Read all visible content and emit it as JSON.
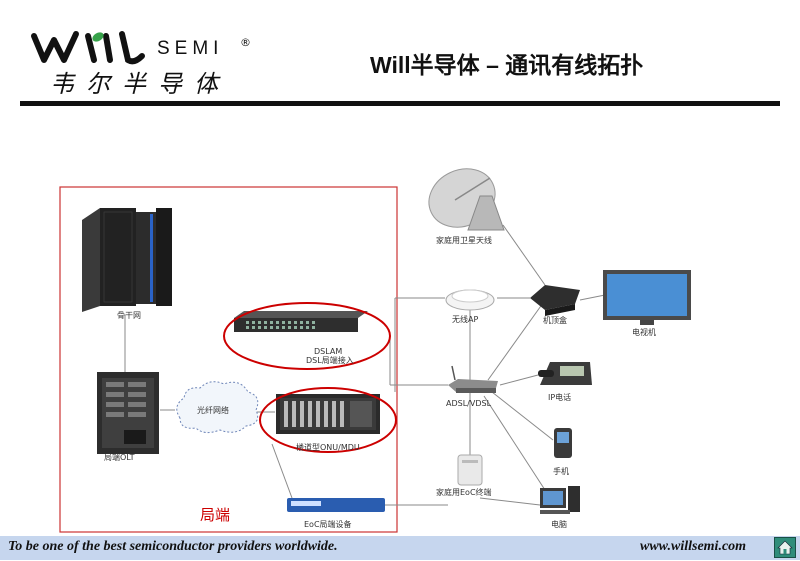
{
  "header": {
    "logo_text": "SEMI",
    "logo_registered": "®",
    "logo_chinese": "韦尔半导体",
    "title": "Will半导体 – 通讯有线拓扑"
  },
  "diagram": {
    "central_office_label": "局端",
    "nodes": {
      "backbone": "骨干网",
      "olt": "局端OLT",
      "fiber_cloud": "光纤网络",
      "dslam_line1": "DSLAM",
      "dslam_line2": "DSL局端接入",
      "onu_mdu": "楼道型ONU/MDU",
      "eoc_head": "EoC局端设备",
      "satellite": "家庭用卫星天线",
      "wireless_ap": "无线AP",
      "set_top_box": "机顶盒",
      "tv": "电视机",
      "adsl_vdsl": "ADSL/VDSL",
      "ip_phone": "IP电话",
      "mobile_phone": "手机",
      "eoc_terminal": "家庭用EoC终端",
      "pc": "电脑"
    }
  },
  "footer": {
    "slogan": "To be one of the best semiconductor providers worldwide.",
    "url": "www.willsemi.com"
  },
  "colors": {
    "highlight_red": "#cc0000",
    "footer_band": "#c6d6ee",
    "home_button": "#2f8d7a"
  }
}
